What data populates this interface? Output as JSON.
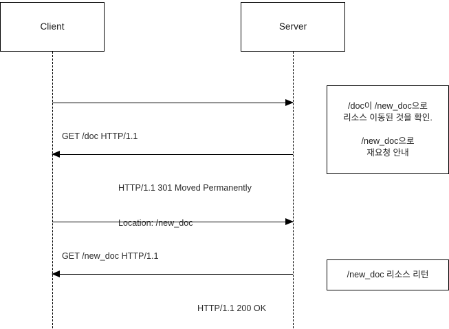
{
  "diagram": {
    "type": "sequence-diagram",
    "title": "HTTP 301 Moved Permanently redirect flow",
    "background_color": "#ffffff",
    "stroke_color": "#000000",
    "text_color": "#1f1f1f"
  },
  "participants": [
    {
      "id": "client",
      "label": "Client"
    },
    {
      "id": "server",
      "label": "Server"
    }
  ],
  "messages": [
    {
      "id": "msg1",
      "from": "client",
      "to": "server",
      "direction": "to-right",
      "lines": [
        "GET /doc HTTP/1.1"
      ],
      "label": "GET /doc HTTP/1.1"
    },
    {
      "id": "msg2",
      "from": "server",
      "to": "client",
      "direction": "to-left",
      "lines": [
        "HTTP/1.1 301 Moved Permanently",
        "Location: /new_doc"
      ],
      "label": "HTTP/1.1 301 Moved Permanently\nLocation: /new_doc"
    },
    {
      "id": "msg3",
      "from": "client",
      "to": "server",
      "direction": "to-right",
      "lines": [
        "GET /new_doc HTTP/1.1"
      ],
      "label": "GET /new_doc HTTP/1.1"
    },
    {
      "id": "msg4",
      "from": "server",
      "to": "client",
      "direction": "to-left",
      "lines": [
        "HTTP/1.1 200 OK"
      ],
      "label": "HTTP/1.1 200 OK"
    }
  ],
  "notes": [
    {
      "id": "note-redirect",
      "paragraph1_line1": "/doc이 /new_doc으로",
      "paragraph1_line2": "리소스 이동된 것을 확인.",
      "paragraph2_line1": "/new_doc으로",
      "paragraph2_line2": "재요청 안내"
    },
    {
      "id": "note-return",
      "line1": "/new_doc 리소스 리턴"
    }
  ]
}
